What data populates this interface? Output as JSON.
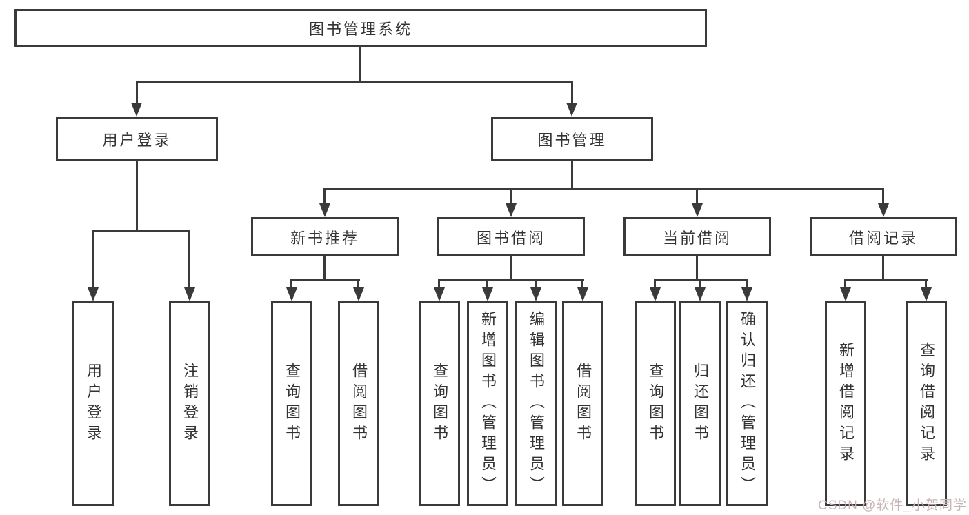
{
  "diagram": {
    "type": "hierarchy-tree",
    "orientation": "top-down",
    "colors": {
      "line": "#3a3a3a",
      "text": "#333333",
      "background": "#ffffff",
      "watermark": "#c8b4b4"
    },
    "tree": {
      "label": "图书管理系统",
      "children": [
        {
          "label": "用户登录",
          "children": [
            {
              "label": "用户登录"
            },
            {
              "label": "注销登录"
            }
          ]
        },
        {
          "label": "图书管理",
          "children": [
            {
              "label": "新书推荐",
              "children": [
                {
                  "label": "查询图书"
                },
                {
                  "label": "借阅图书"
                }
              ]
            },
            {
              "label": "图书借阅",
              "children": [
                {
                  "label": "查询图书"
                },
                {
                  "label": "新增图书（管理员）"
                },
                {
                  "label": "编辑图书（管理员）"
                },
                {
                  "label": "借阅图书"
                }
              ]
            },
            {
              "label": "当前借阅",
              "children": [
                {
                  "label": "查询图书"
                },
                {
                  "label": "归还图书"
                },
                {
                  "label": "确认归还（管理员）"
                }
              ]
            },
            {
              "label": "借阅记录",
              "children": [
                {
                  "label": "新增借阅记录"
                },
                {
                  "label": "查询借阅记录"
                }
              ]
            }
          ]
        }
      ]
    },
    "watermark": {
      "text": "CSDN @软件_小贺同学"
    }
  }
}
